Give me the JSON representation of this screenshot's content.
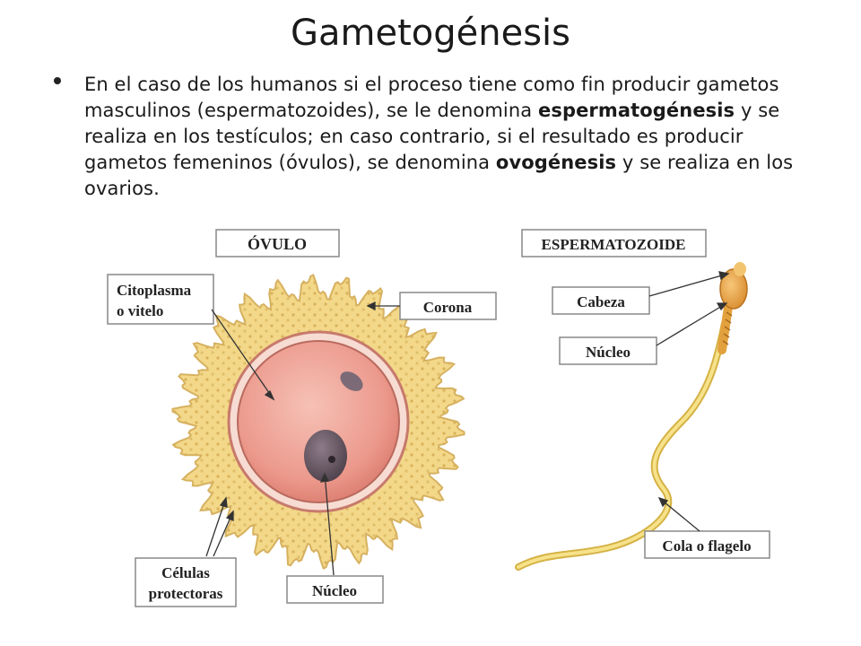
{
  "title": "Gametogénesis",
  "bullet": {
    "part1": "En el caso de los humanos si el proceso tiene como fin producir gametos masculinos (espermatozoides), se le denomina ",
    "term1": "espermatogénesis",
    "part2": " y se realiza en los testículos; en caso contrario, si el resultado es producir gametos femeninos (óvulos), se denomina ",
    "term2": "ovogénesis",
    "part3": " y se realiza en los ovarios."
  },
  "ovulo": {
    "header": "ÓVULO",
    "citoplasma_line1": "Citoplasma",
    "citoplasma_line2": "o vitelo",
    "corona": "Corona",
    "celulas_line1": "Células",
    "celulas_line2": "protectoras",
    "nucleo": "Núcleo"
  },
  "esperma": {
    "header": "ESPERMATOZOIDE",
    "cabeza": "Cabeza",
    "nucleo": "Núcleo",
    "cola": "Cola o flagelo"
  },
  "colors": {
    "corona": "#f3d889",
    "cytoplasm": "#ee9e92",
    "nucleus": "#6a5a66",
    "sperm_head": "#e7a23f",
    "tail": "#f0d25e"
  }
}
